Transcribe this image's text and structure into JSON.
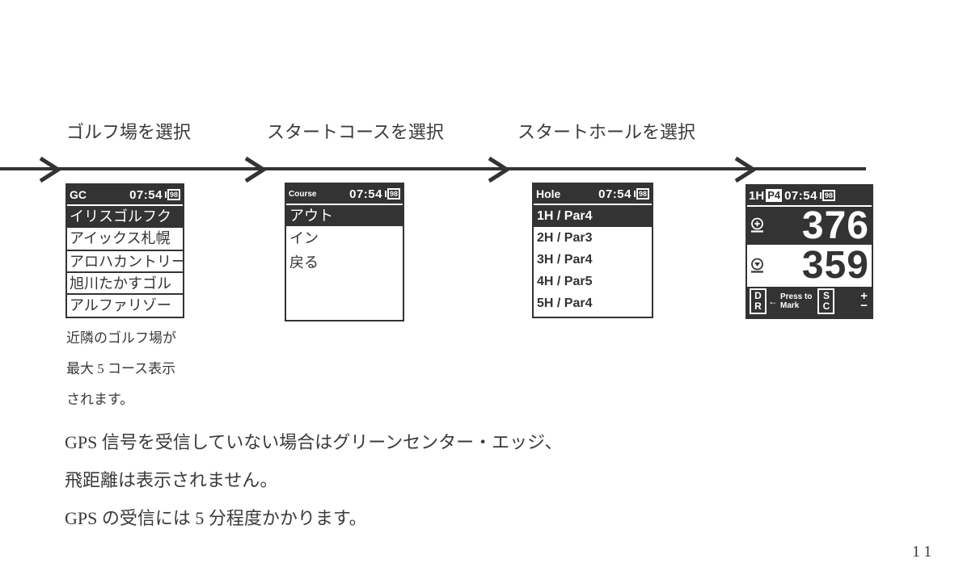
{
  "document": {
    "page_number": "11",
    "flow_step_labels": [
      "ゴルフ場を選択",
      "スタートコースを選択",
      "スタートホールを選択"
    ],
    "screen1_note_lines": [
      "近隣のゴルフ場が",
      "最大 5 コース表示",
      "されます。"
    ],
    "body_lines": [
      "GPS 信号を受信していない場合はグリーンセンター・エッジ、",
      "飛距離は表示されません。",
      "GPS の受信には 5 分程度かかります。"
    ]
  },
  "screens": {
    "golf_course_select": {
      "header": {
        "title": "GC",
        "time": "07:54",
        "battery_level": "98"
      },
      "items": [
        "イリスゴルフク",
        "アイックス札幌",
        "アロハカントリー",
        "旭川たかすゴル",
        "アルファリゾー"
      ],
      "selected_index": 0
    },
    "start_course_select": {
      "header": {
        "title": "Course",
        "time": "07:54",
        "battery_level": "98"
      },
      "items": [
        "アウト",
        "イン",
        "戻る"
      ],
      "selected_index": 0
    },
    "start_hole_select": {
      "header": {
        "title": "Hole",
        "time": "07:54",
        "battery_level": "98"
      },
      "items": [
        "1H / Par4",
        "2H / Par3",
        "3H / Par4",
        "4H / Par5",
        "5H / Par4"
      ],
      "selected_index": 0
    },
    "distance_display": {
      "header": {
        "hole": "1H",
        "par": "P4",
        "time": "07:54",
        "battery_level": "98"
      },
      "green_center_distance": "376",
      "green_edge_distance": "359",
      "bottom_bar": {
        "left_key_top": "D",
        "left_key_bottom": "R",
        "arrow": "←",
        "mark_hint_line1": "Press to",
        "mark_hint_line2": "Mark",
        "right_key_top": "S",
        "right_key_bottom": "C",
        "plus": "+",
        "minus": "−"
      }
    }
  },
  "colors": {
    "device_dark": "#333333",
    "page_text": "#3a3a3a",
    "device_text_light": "#ffffff",
    "background": "#ffffff"
  }
}
